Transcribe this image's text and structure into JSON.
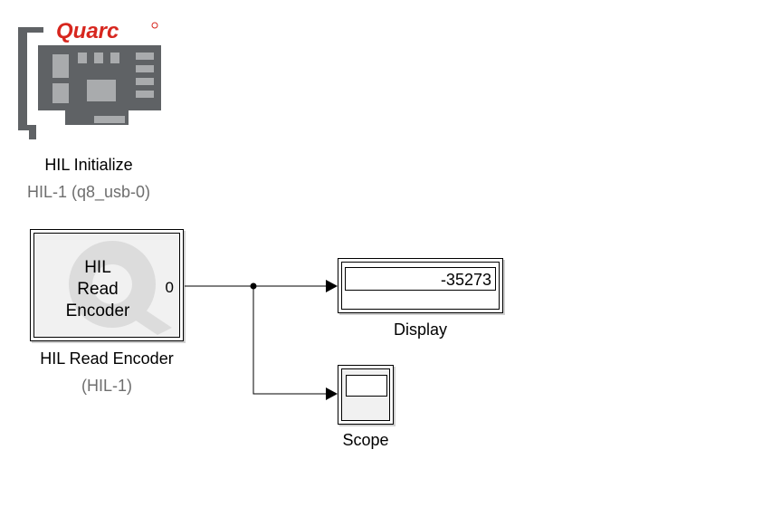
{
  "hil_initialize": {
    "logo_text": "Quarc",
    "title": "HIL Initialize",
    "board": "HIL-1 (q8_usb-0)"
  },
  "hil_read_encoder": {
    "block_text_line1": "HIL",
    "block_text_line2": "Read",
    "block_text_line3": "Encoder",
    "output_port": "0",
    "title": "HIL Read Encoder",
    "board": "(HIL-1)"
  },
  "display": {
    "value": "-35273",
    "title": "Display"
  },
  "scope": {
    "title": "Scope"
  },
  "colors": {
    "logo_red": "#d7261e",
    "card_gray": "#5f6265",
    "card_light": "#a9abad",
    "sublabel_gray": "#6e6e6e"
  }
}
